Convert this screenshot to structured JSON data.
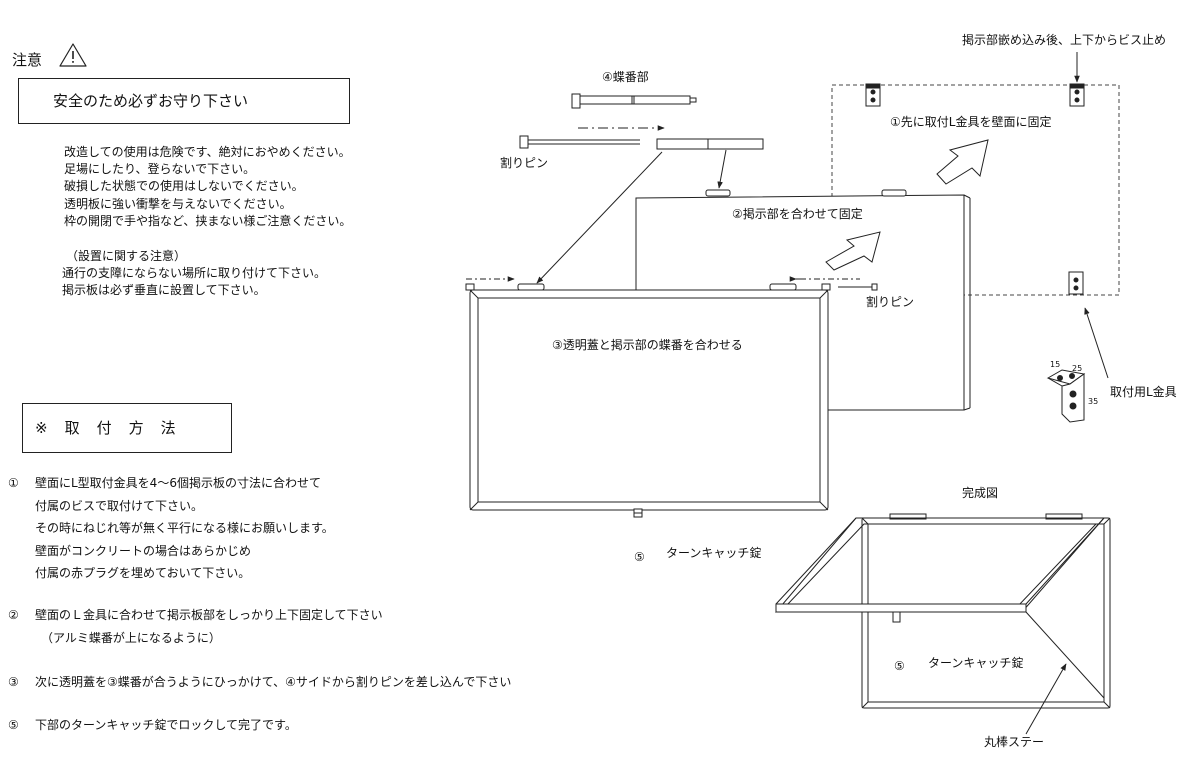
{
  "notice": {
    "title": "注意",
    "icon": "warning-triangle-icon",
    "safety_heading": "安全のため必ずお守り下さい",
    "warnings": [
      "改造しての使用は危険です、絶対におやめください。",
      "足場にしたり、登らないで下さい。",
      "破損した状態での使用はしないでください。",
      "透明板に強い衝撃を与えないでください。",
      "枠の開閉で手や指など、挟まない様ご注意ください。"
    ],
    "installation_heading": "（設置に関する注意）",
    "installation_notes": [
      "通行の支障にならない場所に取り付けて下さい。",
      "掲示板は必ず垂直に設置して下さい。"
    ]
  },
  "method": {
    "heading": "※　取　付　方　法",
    "steps": [
      {
        "num": "①",
        "lines": [
          "壁面にL型取付金具を4〜6個掲示板の寸法に合わせて",
          "付属のビスで取付けて下さい。",
          "その時にねじれ等が無く平行になる様にお願いします。",
          "壁面がコンクリートの場合はあらかじめ",
          "付属の赤プラグを埋めておいて下さい。"
        ]
      },
      {
        "num": "②",
        "lines": [
          "壁面のＬ金具に合わせて掲示板部をしっかり上下固定して下さい",
          "（アルミ蝶番が上になるように）"
        ]
      },
      {
        "num": "③",
        "lines": [
          "次に透明蓋を③蝶番が合うようにひっかけて、④サイドから割りピンを差し込んで下さい"
        ]
      },
      {
        "num": "⑤",
        "lines": [
          "下部のターンキャッチ錠でロックして完了です。"
        ]
      }
    ]
  },
  "diagram": {
    "top_note": "掲示部嵌め込み後、上下からビス止め",
    "hinge_label": "④蝶番部",
    "split_pin_left": "割りピン",
    "split_pin_right": "割りピン",
    "step1_label": "①先に取付L金具を壁面に固定",
    "step2_label": "②掲示部を合わせて固定",
    "step3_label": "③透明蓋と掲示部の蝶番を合わせる",
    "latch_num": "⑤",
    "latch_label": "ターンキャッチ錠",
    "bracket_label": "取付用L金具",
    "bracket_dims": [
      "15",
      "25",
      "35"
    ],
    "completed_title": "完成図",
    "completed_latch_num": "⑤",
    "completed_latch_label": "ターンキャッチ錠",
    "stay_label": "丸棒ステー"
  }
}
